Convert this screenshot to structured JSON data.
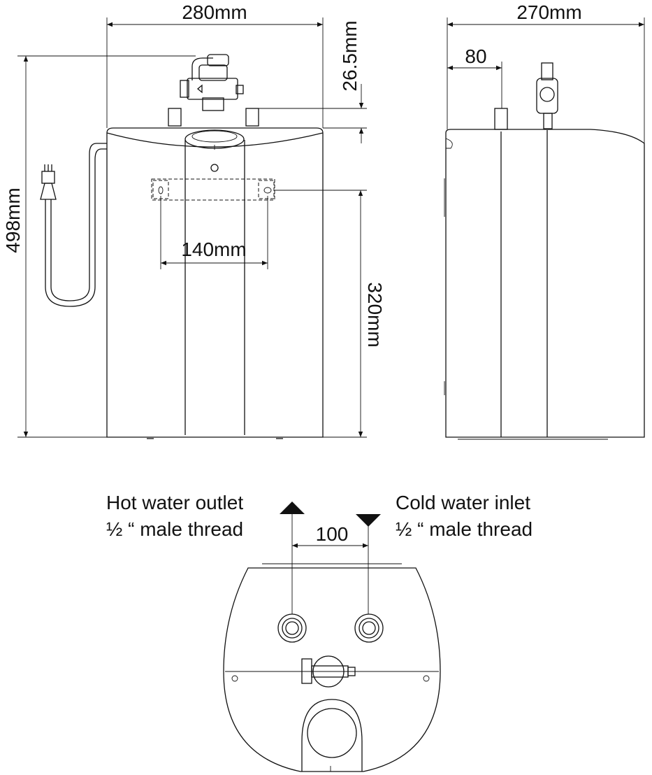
{
  "front_view": {
    "width_label": "280mm",
    "height_label": "498mm",
    "valve_offset_label": "26.5mm",
    "mount_spacing_label": "140mm",
    "mount_height_label": "320mm"
  },
  "side_view": {
    "depth_label": "270mm",
    "pipe_offset_label": "80"
  },
  "bottom_view": {
    "hot_outlet_title": "Hot water outlet",
    "hot_outlet_thread": "½ “ male thread",
    "cold_inlet_title": "Cold water inlet",
    "cold_inlet_thread": "½ “ male thread",
    "pipe_spacing_label": "100"
  }
}
